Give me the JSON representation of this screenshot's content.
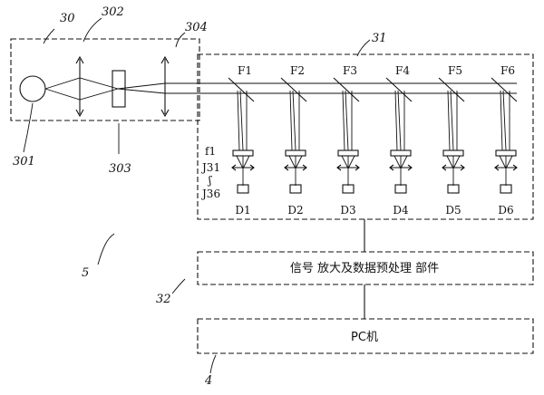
{
  "refs": {
    "source_module": "30",
    "lens_system": "302",
    "source_box_corner": "304",
    "lamp": "301",
    "chopper": "303",
    "detection_module": "31",
    "figure_mark": "5",
    "signal_unit": "32",
    "pc_ref": "4"
  },
  "channels": {
    "filters": [
      "F1",
      "F2",
      "F3",
      "F4",
      "F5",
      "F6"
    ],
    "detectors": [
      "D1",
      "D2",
      "D3",
      "D4",
      "D5",
      "D6"
    ],
    "f_label": "f1",
    "j_first": "J31",
    "j_range_mark": "ʃ",
    "j_last": "J36"
  },
  "boxes": {
    "signal_amp": "信号 放大及数据预处理 部件",
    "pc": "PC机"
  }
}
